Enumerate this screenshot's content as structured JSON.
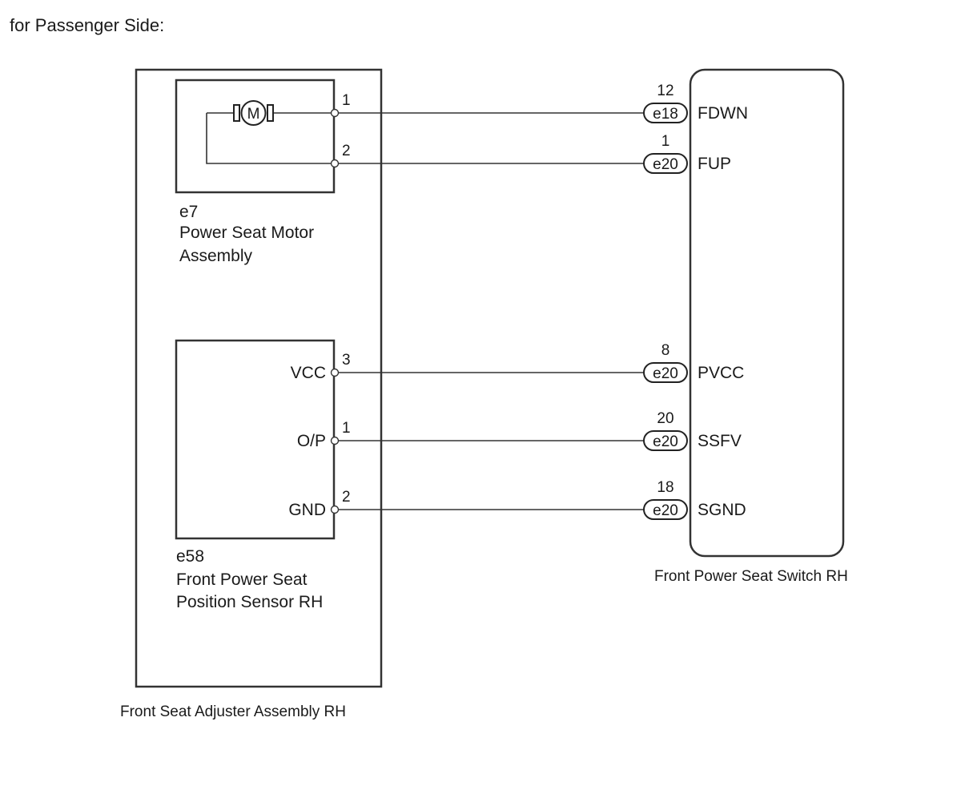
{
  "title": "for Passenger Side:",
  "motor_symbol": "M",
  "assemblies": {
    "adjuster": {
      "label": "Front Seat Adjuster Assembly RH"
    },
    "motor": {
      "connector": "e7",
      "name_line1": "Power Seat Motor",
      "name_line2": "Assembly",
      "pins": [
        {
          "number": "1"
        },
        {
          "number": "2"
        }
      ]
    },
    "sensor": {
      "connector": "e58",
      "name_line1": "Front Power Seat",
      "name_line2": "Position Sensor RH",
      "pins": [
        {
          "label": "VCC",
          "number": "3"
        },
        {
          "label": "O/P",
          "number": "1"
        },
        {
          "label": "GND",
          "number": "2"
        }
      ]
    },
    "switch": {
      "label": "Front Power Seat Switch RH",
      "terminals": [
        {
          "pin": "12",
          "connector": "e18",
          "signal": "FDWN"
        },
        {
          "pin": "1",
          "connector": "e20",
          "signal": "FUP"
        },
        {
          "pin": "8",
          "connector": "e20",
          "signal": "PVCC"
        },
        {
          "pin": "20",
          "connector": "e20",
          "signal": "SSFV"
        },
        {
          "pin": "18",
          "connector": "e20",
          "signal": "SGND"
        }
      ]
    }
  }
}
